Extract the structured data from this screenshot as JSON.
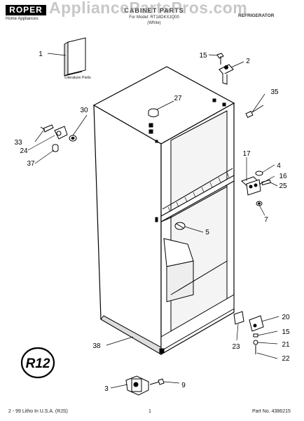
{
  "header": {
    "brand": "ROPER",
    "brand_sub": "Home Appliances",
    "title": "CABINET PARTS",
    "subtitle_1": "For Model: RT18DKXJQ00",
    "subtitle_2": "(White)",
    "category": "REFRIGERATOR",
    "watermark": "AppliancePartsPros.com"
  },
  "literature_label": "Literature Parts",
  "callouts": {
    "c1": "1",
    "c2": "2",
    "c3": "3",
    "c4": "4",
    "c5": "5",
    "c7": "7",
    "c9": "9",
    "c15a": "15",
    "c15b": "15",
    "c16": "16",
    "c17": "17",
    "c20": "20",
    "c21": "21",
    "c22": "22",
    "c23": "23",
    "c24": "24",
    "c25": "25",
    "c27": "27",
    "c30": "30",
    "c33": "33",
    "c35": "35",
    "c37": "37",
    "c38": "38"
  },
  "stamp": "R12",
  "footer": {
    "left": "2 - 99 Litho In U.S.A. (RJS)",
    "center": "1",
    "right": "Part No. 4386215"
  }
}
